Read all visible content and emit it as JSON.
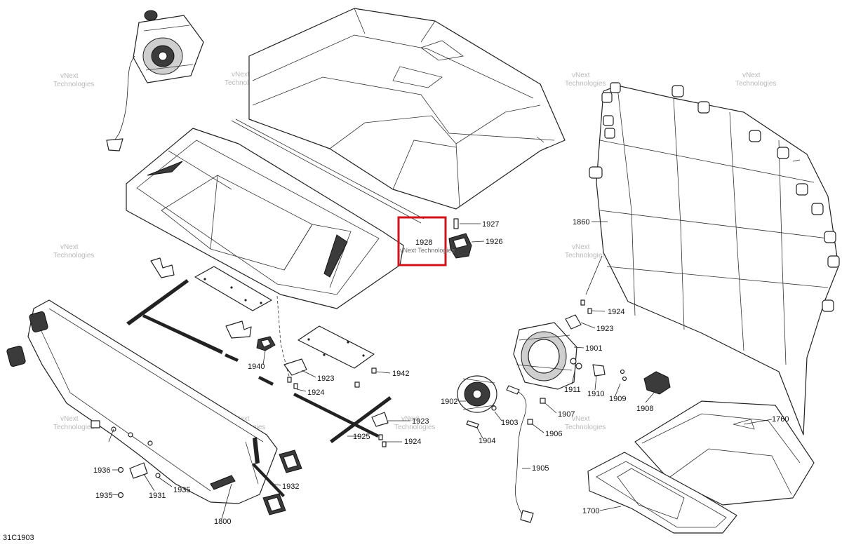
{
  "diagram_code": "31C1903",
  "watermark_text": [
    "vNext",
    "Technologies"
  ],
  "watermark_inline": "vNext Technologies",
  "highlight_color": "#d0121b",
  "callouts": {
    "p1927": "1927",
    "p1926": "1926",
    "p1928": "1928",
    "p1860": "1860",
    "p1924_top": "1924",
    "p1923_top": "1923",
    "p1901": "1901",
    "p1940": "1940",
    "p1923_mid": "1923",
    "p1942": "1942",
    "p1924_mid": "1924",
    "p1911": "1911",
    "p1910": "1910",
    "p1909": "1909",
    "p1908": "1908",
    "p1902": "1902",
    "p1907": "1907",
    "p1903": "1903",
    "p1904": "1904",
    "p1906": "1906",
    "p1923_low": "1923",
    "p1925": "1925",
    "p1924_low": "1924",
    "p1760": "1760",
    "p1905": "1905",
    "p1936": "1936",
    "p1932": "1932",
    "p1935a": "1935",
    "p1935b": "1935",
    "p1931": "1931",
    "p1800": "1800",
    "p1700": "1700"
  }
}
